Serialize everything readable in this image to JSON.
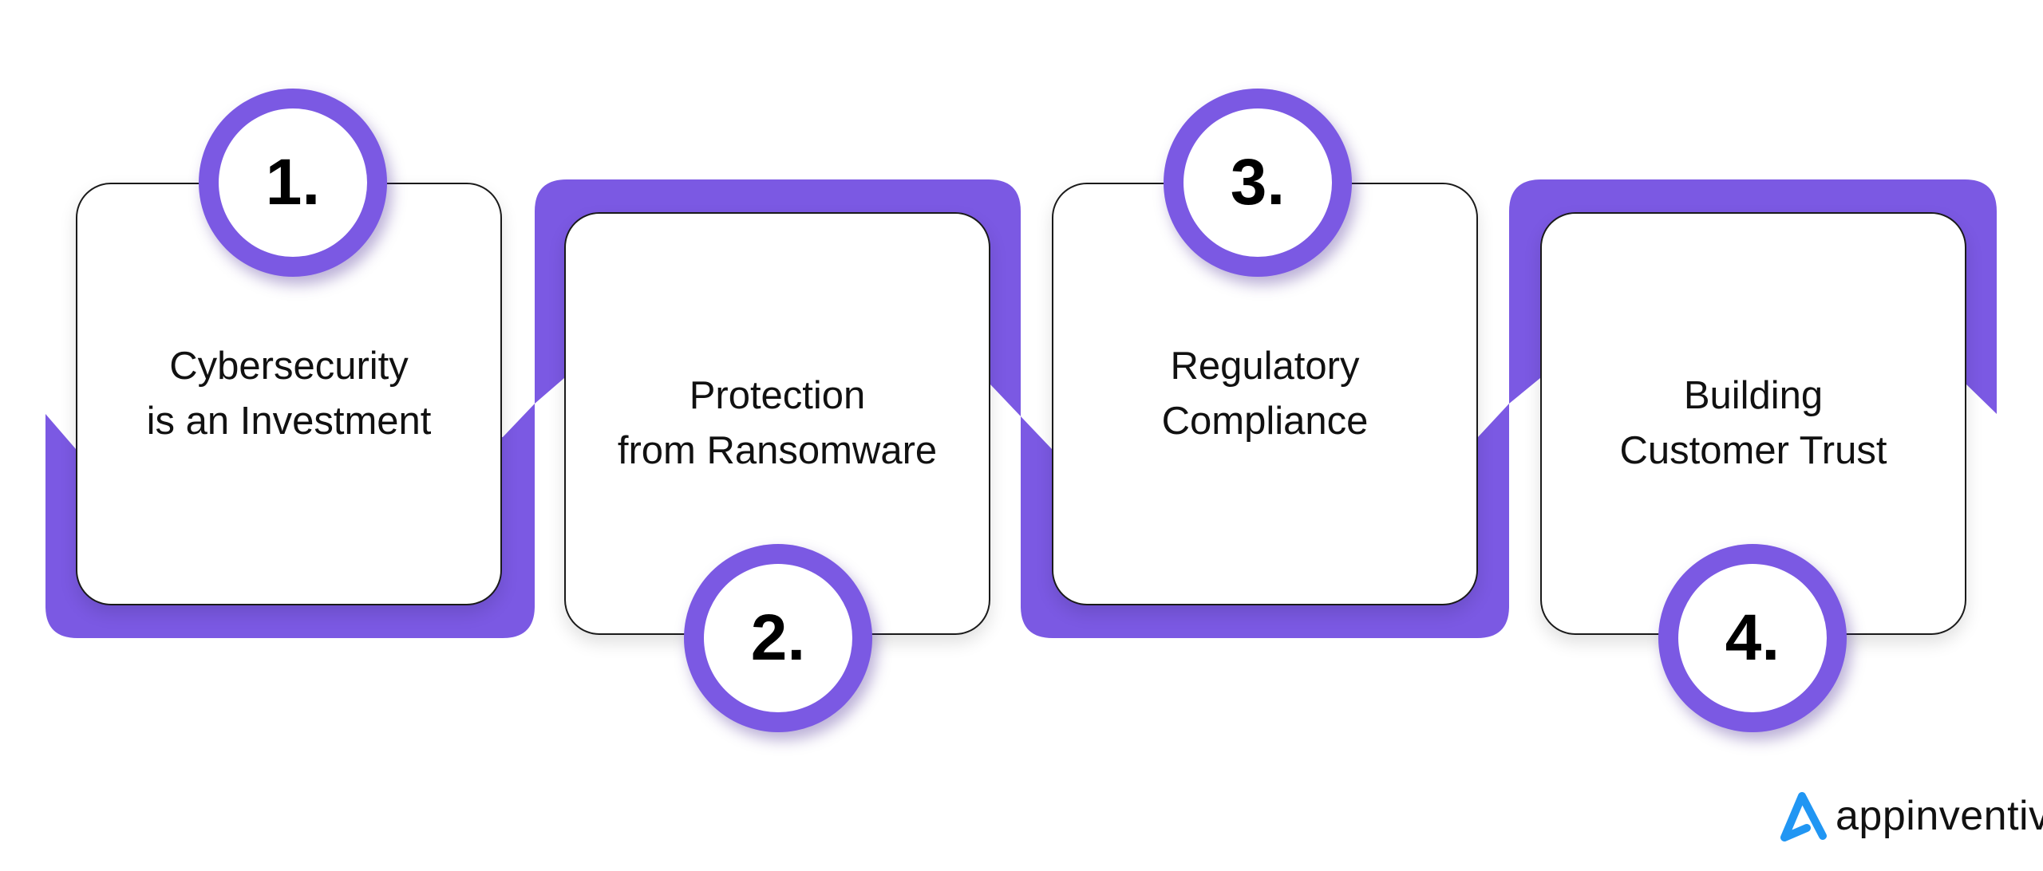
{
  "colors": {
    "accent": "#7b59e3",
    "logo": "#2196f3"
  },
  "steps": [
    {
      "number": "1.",
      "line1": "Cybersecurity",
      "line2": "is an Investment"
    },
    {
      "number": "2.",
      "line1": "Protection",
      "line2": "from Ransomware"
    },
    {
      "number": "3.",
      "line1": "Regulatory",
      "line2": "Compliance"
    },
    {
      "number": "4.",
      "line1": "Building",
      "line2": "Customer Trust"
    }
  ],
  "brand": {
    "name": "appinventiv"
  }
}
